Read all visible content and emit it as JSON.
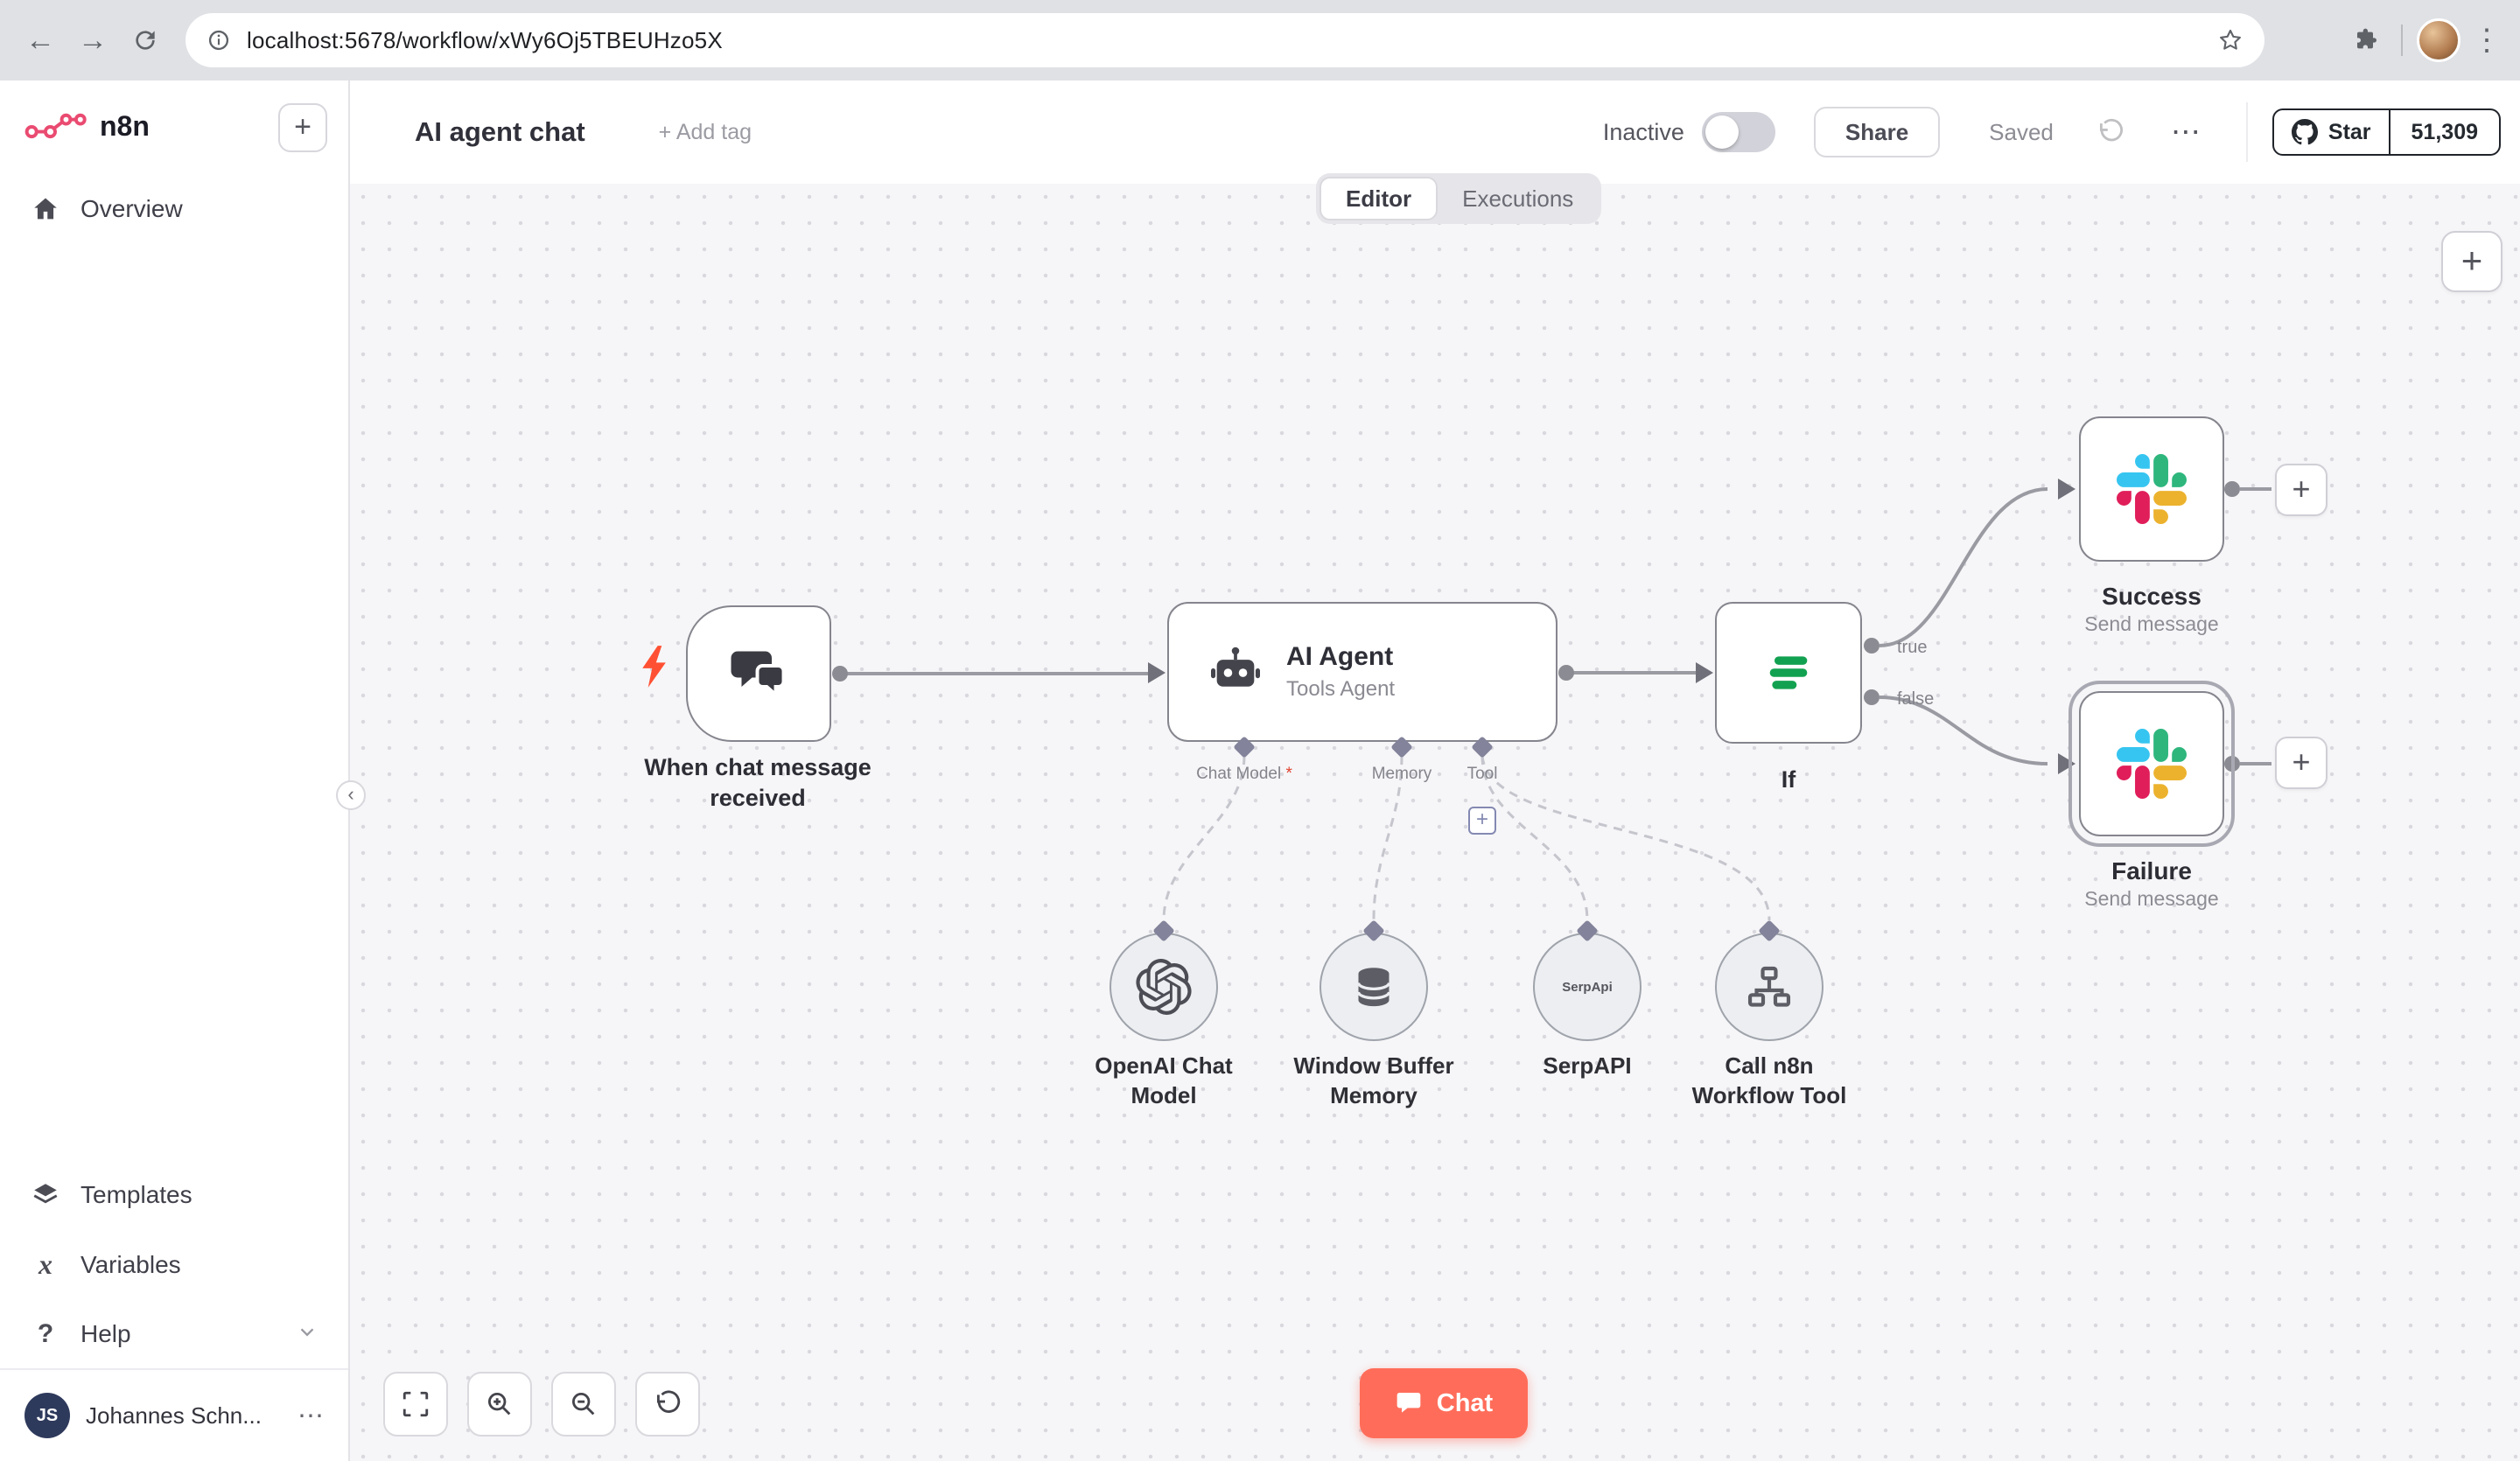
{
  "browser": {
    "url": "localhost:5678/workflow/xWy6Oj5TBEUHzo5X"
  },
  "glyphs": {
    "plus": "+",
    "back": "←",
    "forward": "→",
    "kebab_v": "⋮",
    "kebab_h": "⋯",
    "chevron_left": "‹",
    "help": "?",
    "variables": "x"
  },
  "sidebar": {
    "brand": "n8n",
    "overview": "Overview",
    "templates": "Templates",
    "variables": "Variables",
    "help": "Help",
    "user_initials": "JS",
    "user_name": "Johannes Schn..."
  },
  "header": {
    "title": "AI agent chat",
    "add_tag": "+ Add tag",
    "activation_label": "Inactive",
    "share_label": "Share",
    "saved_label": "Saved",
    "github_star_label": "Star",
    "github_star_count": "51,309"
  },
  "tabs": {
    "editor": "Editor",
    "executions": "Executions"
  },
  "canvas": {
    "trigger": {
      "label": "When chat message received"
    },
    "agent": {
      "title": "AI Agent",
      "subtitle": "Tools Agent",
      "port_chat_model": "Chat Model",
      "port_required_mark": "*",
      "port_memory": "Memory",
      "port_tool": "Tool"
    },
    "if_node": {
      "label": "If",
      "out_true": "true",
      "out_false": "false"
    },
    "success": {
      "label": "Success",
      "subtitle": "Send message"
    },
    "failure": {
      "label": "Failure",
      "subtitle": "Send message"
    },
    "subnodes": {
      "openai": {
        "label": "OpenAI Chat Model"
      },
      "memory": {
        "label": "Window Buffer Memory"
      },
      "serpapi": {
        "label": "SerpAPI",
        "badge": "SerpApi"
      },
      "workflow_tool": {
        "label": "Call n8n Workflow Tool"
      }
    },
    "chat_button_label": "Chat"
  },
  "colors": {
    "accent": "#ff6d5a",
    "brand": "#ea4b71",
    "if_green": "#12a150",
    "slack_blue": "#36c5f0",
    "slack_green": "#2eb67d",
    "slack_yellow": "#ecb22e",
    "slack_red": "#e01e5a"
  }
}
